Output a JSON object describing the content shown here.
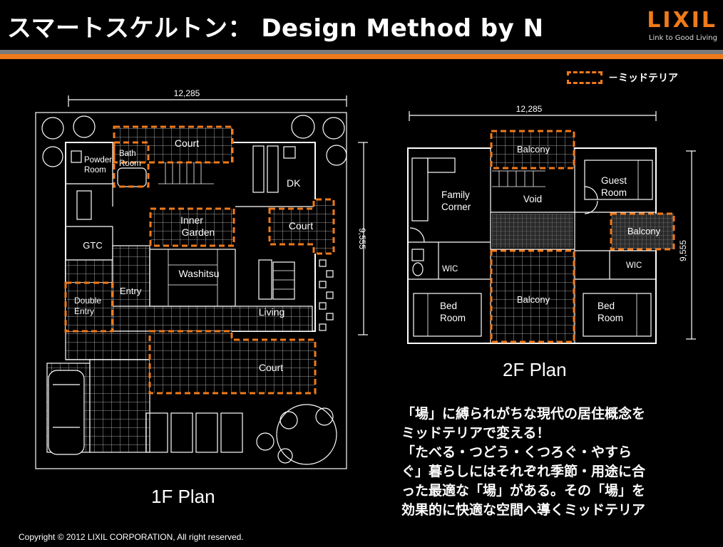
{
  "header": {
    "title": "スマートスケルトン：  Design Method  by N",
    "logo_word": "LIXIL",
    "logo_tagline": "Link to Good Living",
    "accent": "#f07a1a"
  },
  "legend": {
    "label": "－ミッドテリア"
  },
  "plan1": {
    "label": "1F Plan",
    "dim_width": "12,285",
    "dim_depth": "9,555",
    "rooms": {
      "powder": [
        "Powder",
        "Room"
      ],
      "bath": [
        "Bath",
        "Room"
      ],
      "court_top": "Court",
      "dk": "DK",
      "inner_garden": [
        "Inner",
        "Garden"
      ],
      "court_right": "Court",
      "gtc": "GTC",
      "washitsu": "Washitsu",
      "entry": "Entry",
      "double_entry": [
        "Double",
        "Entry"
      ],
      "living": "Living",
      "court_bottom": "Court"
    }
  },
  "plan2": {
    "label": "2F Plan",
    "dim_width": "12,285",
    "dim_depth": "9,555",
    "rooms": {
      "balcony_top": "Balcony",
      "family": [
        "Family",
        "Corner"
      ],
      "void": "Void",
      "guest": [
        "Guest",
        "Room"
      ],
      "balcony_right": "Balcony",
      "wic_left": "WIC",
      "wic_right": "WIC",
      "balcony_center": "Balcony",
      "bed_left": [
        "Bed",
        "Room"
      ],
      "bed_right": [
        "Bed",
        "Room"
      ]
    }
  },
  "description": [
    "「場」に縛られがちな現代の居住概念を",
    "ミッドテリアで変える！",
    "「たべる・つどう・くつろぐ・やすら",
    "ぐ」暮らしにはそれぞれ季節・用途に合",
    "った最適な「場」がある。その「場」を",
    "効果的に快適な空間へ導くミッドテリア"
  ],
  "copyright": "Copyright © 2012 LIXIL CORPORATION, All right reserved."
}
